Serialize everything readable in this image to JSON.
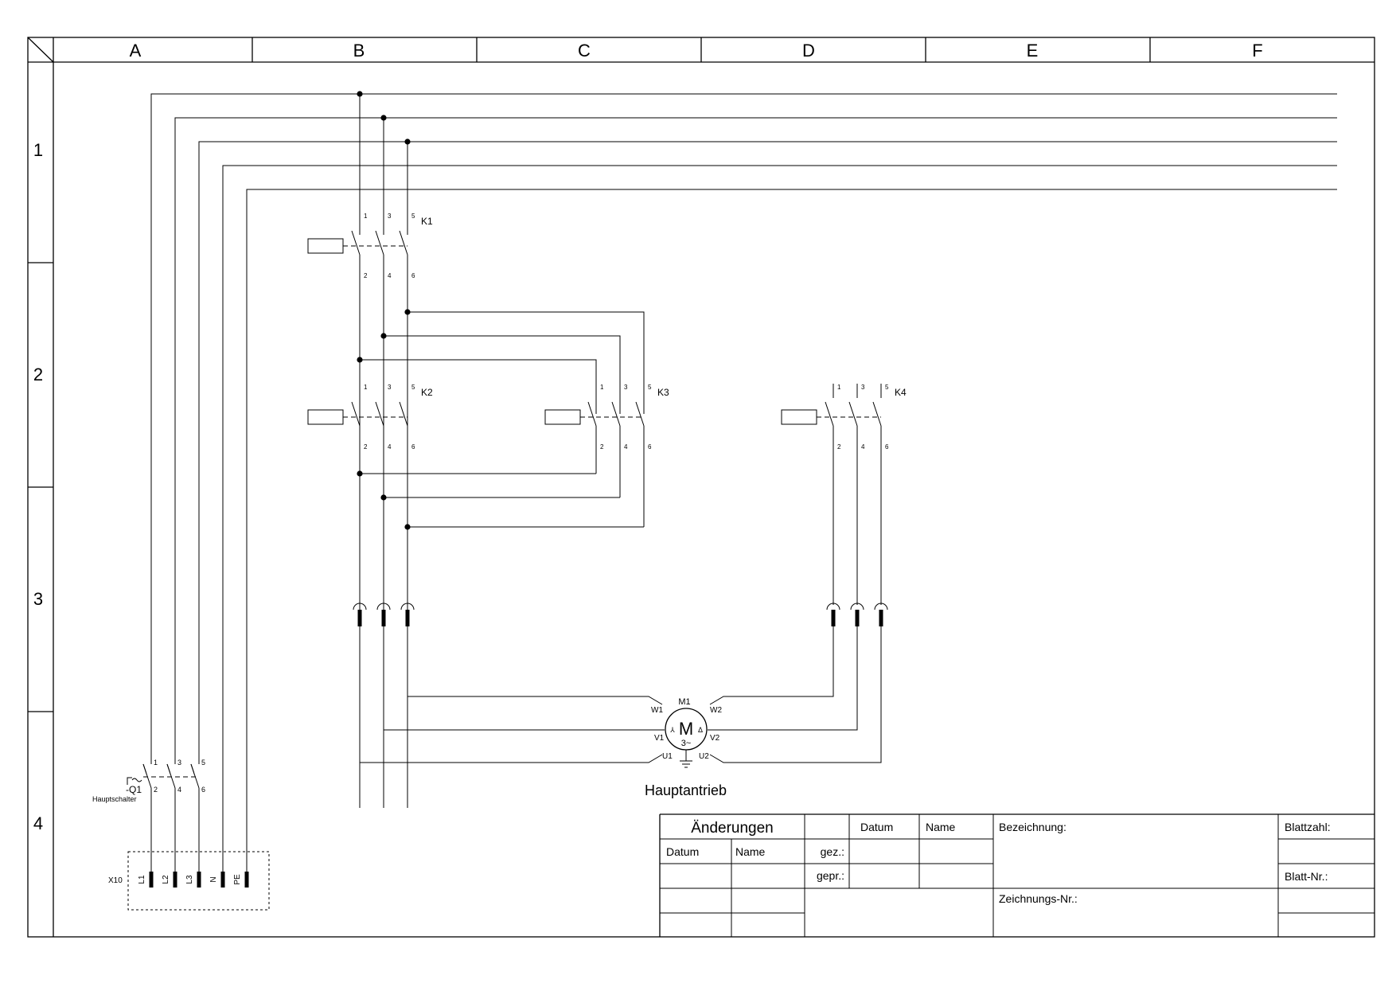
{
  "frame": {
    "columns": [
      "A",
      "B",
      "C",
      "D",
      "E",
      "F"
    ],
    "rows": [
      "1",
      "2",
      "3",
      "4"
    ]
  },
  "contactors": {
    "k1": {
      "label": "K1",
      "top": [
        "1",
        "3",
        "5"
      ],
      "bottom": [
        "2",
        "4",
        "6"
      ]
    },
    "k2": {
      "label": "K2",
      "top": [
        "1",
        "3",
        "5"
      ],
      "bottom": [
        "2",
        "4",
        "6"
      ]
    },
    "k3": {
      "label": "K3",
      "top": [
        "1",
        "3",
        "5"
      ],
      "bottom": [
        "2",
        "4",
        "6"
      ]
    },
    "k4": {
      "label": "K4",
      "top": [
        "1",
        "3",
        "5"
      ],
      "bottom": [
        "2",
        "4",
        "6"
      ]
    }
  },
  "main_switch": {
    "label": "-Q1",
    "caption": "Hauptschalter",
    "top": [
      "1",
      "3",
      "5"
    ],
    "bottom": [
      "2",
      "4",
      "6"
    ]
  },
  "terminal": {
    "label": "X10",
    "pins": [
      "L1",
      "L2",
      "L3",
      "N",
      "PE"
    ]
  },
  "motor": {
    "label": "M1",
    "symbol": "M",
    "phase": "3~",
    "star": "⅄",
    "delta": "Δ",
    "left_terminals": [
      "W1",
      "V1",
      "U1"
    ],
    "right_terminals": [
      "W2",
      "V2",
      "U2"
    ],
    "caption": "Hauptantrieb"
  },
  "title_block": {
    "changes": "Änderungen",
    "changes_date": "Datum",
    "changes_name": "Name",
    "date": "Datum",
    "name": "Name",
    "drawn": "gez.:",
    "checked": "gepr.:",
    "designation": "Bezeichnung:",
    "drawing_no": "Zeichnungs-Nr.:",
    "sheet_count": "Blattzahl:",
    "sheet_no": "Blatt-Nr.:"
  }
}
